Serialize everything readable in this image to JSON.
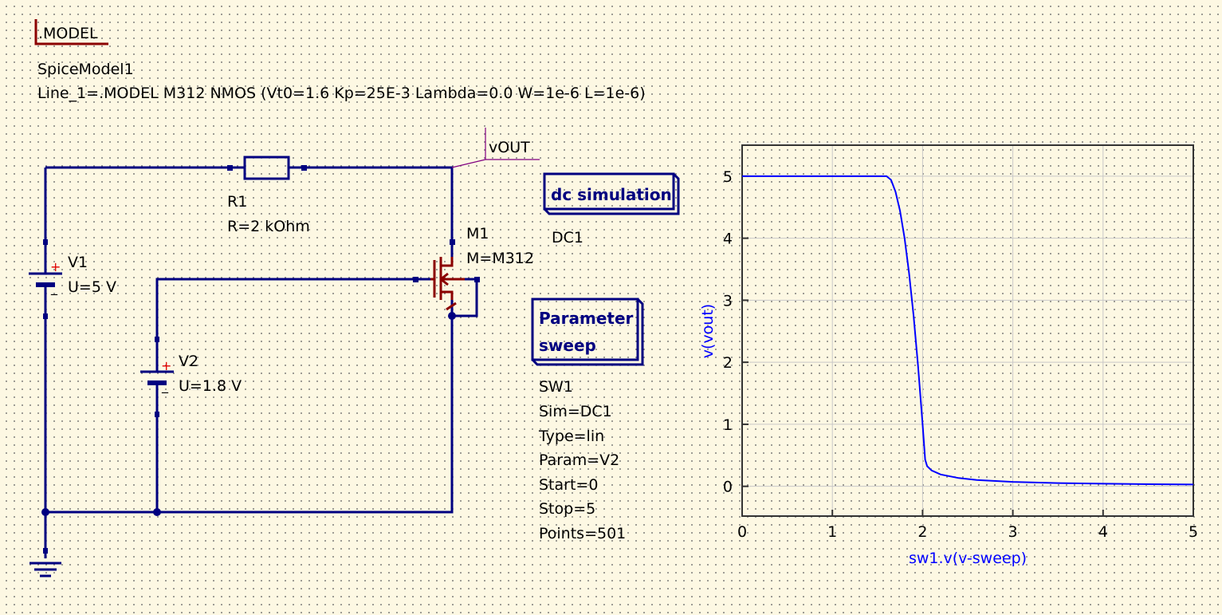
{
  "spice_model": {
    "tag": ".MODEL",
    "name": "SpiceModel1",
    "line1": "Line_1=.MODEL M312 NMOS (Vt0=1.6 Kp=25E-3 Lambda=0.0 W=1e-6 L=1e-6)"
  },
  "components": {
    "r1": {
      "name": "R1",
      "value": "R=2 kOhm"
    },
    "v1": {
      "name": "V1",
      "value": "U=5 V",
      "plus": "+",
      "minus": "_"
    },
    "v2": {
      "name": "V2",
      "value": "U=1.8 V",
      "plus": "+",
      "minus": "_"
    },
    "m1": {
      "name": "M1",
      "value": "M=M312"
    },
    "label": "vOUT"
  },
  "dc_sim": {
    "title": "dc simulation",
    "name": "DC1"
  },
  "sweep": {
    "title_line1": "Parameter",
    "title_line2": "sweep",
    "props": [
      "SW1",
      "Sim=DC1",
      "Type=lin",
      "Param=V2",
      "Start=0",
      "Stop=5",
      "Points=501"
    ]
  },
  "colors": {
    "wire": "#000080",
    "mosfet": "#8b0000",
    "curve": "#0000ff",
    "label_line": "#800080"
  },
  "chart_data": {
    "type": "line",
    "title": "",
    "xlabel": "sw1.v(v-sweep)",
    "ylabel": "v(vout)",
    "xlim": [
      0,
      5
    ],
    "ylim": [
      -0.48,
      5.5
    ],
    "xticks": [
      "0",
      "1",
      "2",
      "3",
      "4",
      "5"
    ],
    "yticks": [
      "0",
      "1",
      "2",
      "3",
      "4",
      "5"
    ],
    "grid": true,
    "series": [
      {
        "name": "v(vout)",
        "x": [
          0,
          1.6,
          1.65,
          1.7,
          1.75,
          1.8,
          1.85,
          1.9,
          1.95,
          2.0,
          2.028,
          2.05,
          2.1,
          2.2,
          2.4,
          2.6,
          3.0,
          3.5,
          4.0,
          4.5,
          5.0
        ],
        "y": [
          5,
          5,
          4.94,
          4.75,
          4.44,
          4.0,
          3.44,
          2.75,
          1.94,
          1.0,
          0.43,
          0.325,
          0.255,
          0.191,
          0.133,
          0.103,
          0.072,
          0.053,
          0.042,
          0.034,
          0.029
        ]
      }
    ]
  }
}
